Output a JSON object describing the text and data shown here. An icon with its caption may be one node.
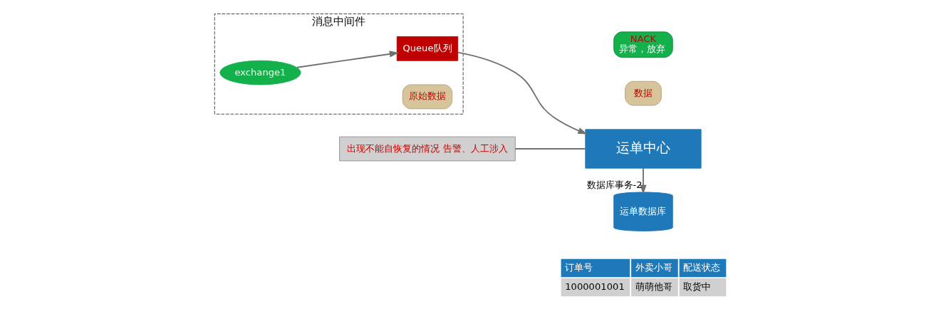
{
  "diagram": {
    "nodes": [
      {
        "text": [
          "消息中间件"
        ]
      },
      {
        "text": [
          "exchange1"
        ],
        "in": 0
      },
      {
        "text": [
          "原始数据"
        ],
        "in": 0
      },
      {
        "text": [
          "Queue队列"
        ],
        "in": 0
      },
      {
        "text": [
          "NACK",
          "异常，放弃"
        ]
      },
      {
        "text": [
          "数据"
        ]
      },
      {
        "text": [
          "运单中心"
        ]
      },
      {
        "text": [
          "出现不能自恢复的情况 告警、人工涉入"
        ]
      },
      {
        "text": [
          "运单数据库"
        ]
      }
    ],
    "edges": [
      {
        "from": 1,
        "to": 3,
        "arrow": "to"
      },
      {
        "from": 3,
        "to": 6,
        "arrow": "to"
      },
      {
        "from": 6,
        "to": 8,
        "arrow": "to",
        "label": "数据库事务-2"
      },
      {
        "from": 7,
        "to": 6,
        "arrow": "none"
      }
    ],
    "labels": [
      "订单号",
      "外卖小哥",
      "配送状态",
      "1000001001",
      "萌萌他哥",
      "取货中"
    ]
  }
}
